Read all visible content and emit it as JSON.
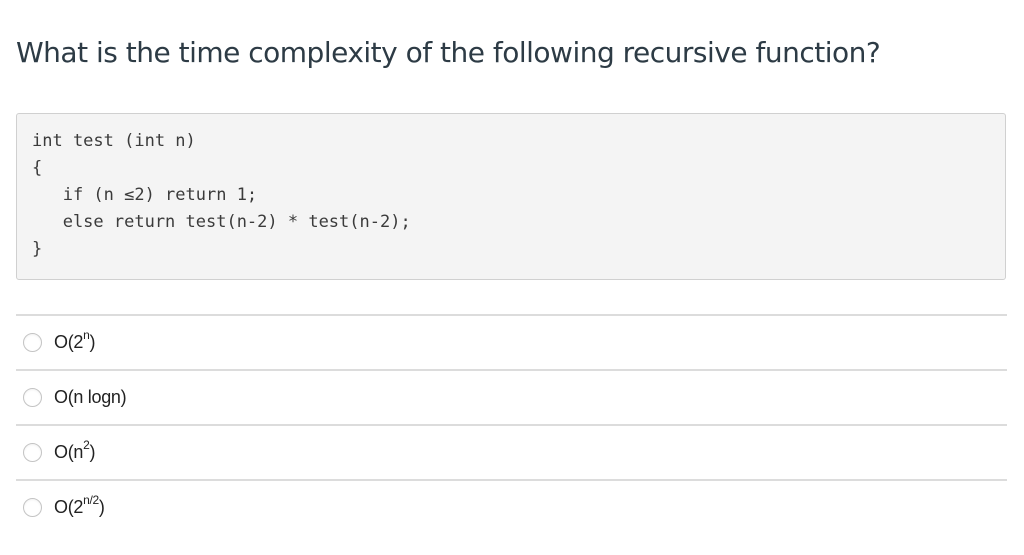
{
  "question": {
    "title": "What is the time complexity of the following recursive function?"
  },
  "code": {
    "lines": [
      "int test (int n)",
      "{",
      "   if (n ≤2) return 1;",
      "   else return test(n-2) * test(n-2);",
      "}"
    ]
  },
  "answers": [
    {
      "base": "O(2",
      "sup": "n",
      "tail": ")",
      "selected": false
    },
    {
      "base": "O(n logn)",
      "sup": "",
      "tail": "",
      "selected": false
    },
    {
      "base": "O(n",
      "sup": "2",
      "tail": ")",
      "selected": false
    },
    {
      "base": "O(2",
      "sup": "n/2",
      "tail": ")",
      "selected": false
    }
  ],
  "colors": {
    "code_background": "#f4f4f4",
    "code_border": "#d0d0d0",
    "divider": "#dcdcdc",
    "title_text": "#2d3b45"
  }
}
